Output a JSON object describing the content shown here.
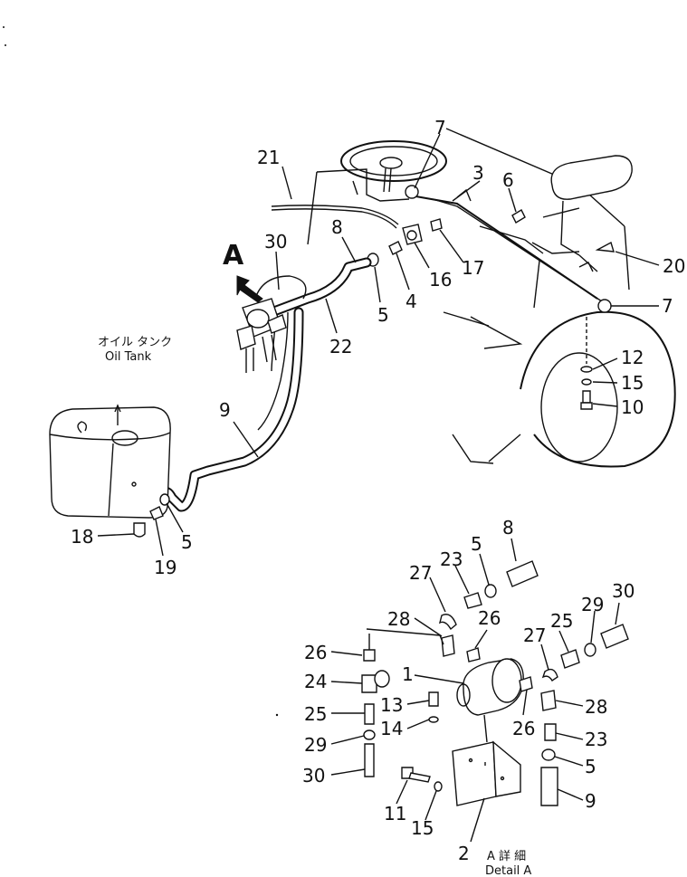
{
  "detail_marker": "A",
  "oil_tank": {
    "label_jp": "オイル タンク",
    "label_en": "Oil Tank"
  },
  "detail_caption": {
    "jp": "A 詳 細",
    "en": "Detail A"
  },
  "callouts": {
    "main": {
      "c7a": "7",
      "c21": "21",
      "c3": "3",
      "c6": "6",
      "c8": "8",
      "c30": "30",
      "c20": "20",
      "c16": "16",
      "c17": "17",
      "c4": "4",
      "c5a": "5",
      "c7b": "7",
      "c22": "22",
      "c12": "12",
      "c15": "15",
      "c10": "10",
      "c9": "9",
      "c18": "18",
      "c5b": "5",
      "c19": "19"
    },
    "detail": {
      "d8": "8",
      "d5a": "5",
      "d27a": "27",
      "d23a": "23",
      "d30a": "30",
      "d28a": "28",
      "d26a": "26",
      "d29a": "29",
      "d25a": "25",
      "d27b": "27",
      "d26b": "26",
      "d1": "1",
      "d24": "24",
      "d13": "13",
      "d28b": "28",
      "d25b": "25",
      "d14": "14",
      "d26c": "26",
      "d23b": "23",
      "d29b": "29",
      "d5b": "5",
      "d30b": "30",
      "d9": "9",
      "d11": "11",
      "d15": "15",
      "d2": "2"
    }
  }
}
